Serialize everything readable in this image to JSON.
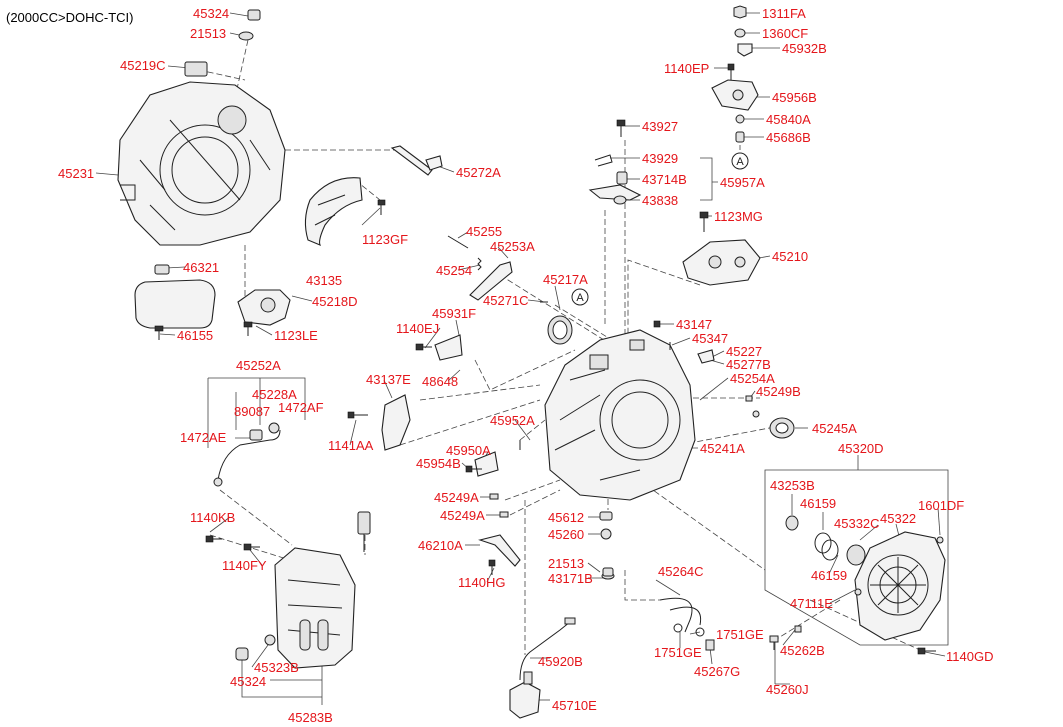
{
  "title": "(2000CC>DOHC-TCI)",
  "reference_marker": "A",
  "labels": [
    "45324",
    "21513",
    "45219C",
    "45231",
    "45272A",
    "1123GF",
    "46321",
    "43135",
    "45218D",
    "46155",
    "1123LE",
    "1311FA",
    "1360CF",
    "45932B",
    "1140EP",
    "45956B",
    "45840A",
    "45686B",
    "43927",
    "43929",
    "43714B",
    "45957A",
    "43838",
    "1123MG",
    "45210",
    "45255",
    "45253A",
    "45254",
    "45217A",
    "45271C",
    "45931F",
    "1140EJ",
    "48648",
    "43147",
    "45347",
    "45227",
    "45277B",
    "45254A",
    "45249B",
    "45245A",
    "45241A",
    "45320D",
    "45252A",
    "45228A",
    "89087",
    "1472AF",
    "1472AE",
    "43137E",
    "1141AA",
    "45952A",
    "45950A",
    "45954B",
    "45249A",
    "45249A",
    "43253B",
    "46159",
    "45332C",
    "45322",
    "1601DF",
    "46159",
    "47111E",
    "45612",
    "45260",
    "21513",
    "43171B",
    "46210A",
    "1140HG",
    "1140KB",
    "1140FY",
    "45323B",
    "45324",
    "45283B",
    "45264C",
    "1751GE",
    "1751GE",
    "45267G",
    "45262B",
    "45260J",
    "1140GD",
    "45920B",
    "45710E"
  ]
}
